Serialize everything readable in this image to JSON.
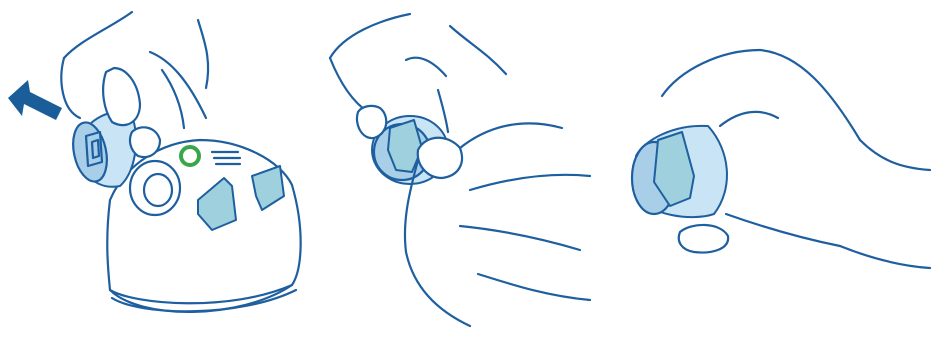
{
  "colors": {
    "line": "#1e5fa0",
    "tint": "#c9e4f4",
    "lens": "#a9cfe8",
    "pad": "#9fd0dd",
    "indicator": "#3aa64a",
    "arrow": "#1a5d99"
  },
  "steps": [
    {
      "icon": "remove-cap-illustration"
    },
    {
      "icon": "peel-adhesive-pad-illustration"
    },
    {
      "icon": "hold-cap-with-pad-illustration"
    }
  ]
}
